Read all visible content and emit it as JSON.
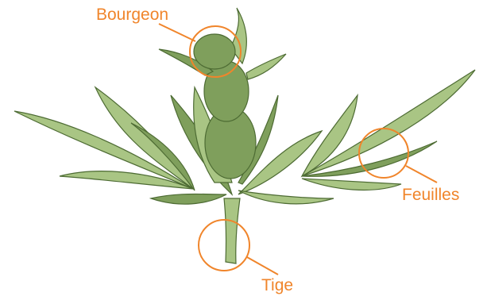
{
  "colors": {
    "accent": "#f0852b",
    "leaf_fill": "#a9c584",
    "leaf_dark": "#7f9f5c",
    "outline": "#4d6b33"
  },
  "labels": {
    "bud": "Bourgeon",
    "leaves": "Feuilles",
    "stem": "Tige"
  }
}
